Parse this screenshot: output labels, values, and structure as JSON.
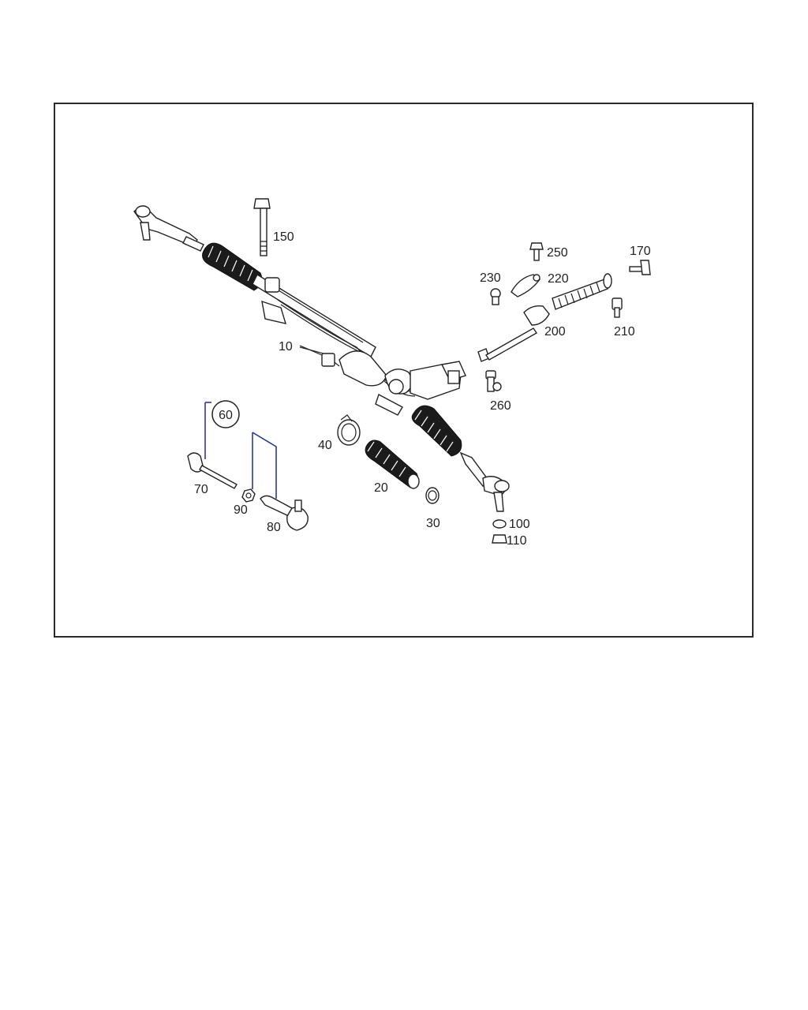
{
  "diagram": {
    "kit_label": "60",
    "callouts": [
      {
        "id": "10",
        "text": "10"
      },
      {
        "id": "20",
        "text": "20"
      },
      {
        "id": "30",
        "text": "30"
      },
      {
        "id": "40",
        "text": "40"
      },
      {
        "id": "70",
        "text": "70"
      },
      {
        "id": "80",
        "text": "80"
      },
      {
        "id": "90",
        "text": "90"
      },
      {
        "id": "100",
        "text": "100"
      },
      {
        "id": "110",
        "text": "110"
      },
      {
        "id": "150",
        "text": "150"
      },
      {
        "id": "170",
        "text": "170"
      },
      {
        "id": "200",
        "text": "200"
      },
      {
        "id": "210",
        "text": "210"
      },
      {
        "id": "220",
        "text": "220"
      },
      {
        "id": "230",
        "text": "230"
      },
      {
        "id": "250",
        "text": "250"
      },
      {
        "id": "260",
        "text": "260"
      }
    ]
  },
  "colors": {
    "frame": "#2a2a2a",
    "line": "#222222",
    "kit_bracket": "#1f2a9a"
  }
}
